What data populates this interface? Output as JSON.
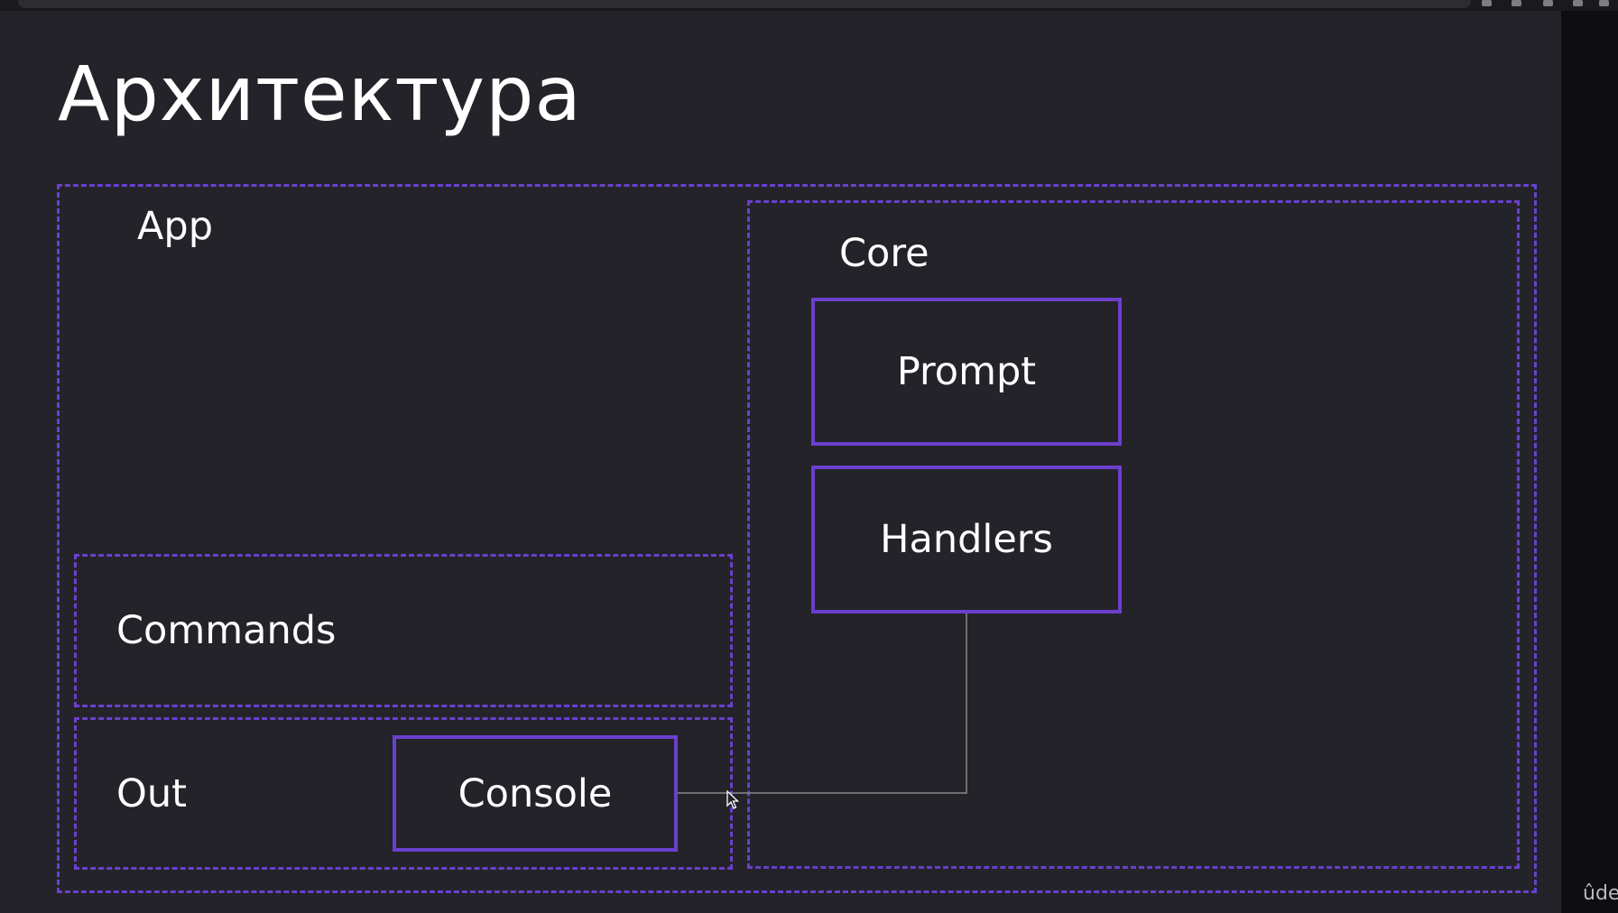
{
  "title": "Архитектура",
  "zones": {
    "app": "App",
    "core": "Core",
    "commands": "Commands",
    "out": "Out"
  },
  "boxes": {
    "prompt": "Prompt",
    "handlers": "Handlers",
    "console": "Console"
  },
  "watermark": "ûder",
  "colors": {
    "background": "#232329",
    "accent": "#6b3fce",
    "connector": "#8a8a8a",
    "text": "#ffffff"
  }
}
